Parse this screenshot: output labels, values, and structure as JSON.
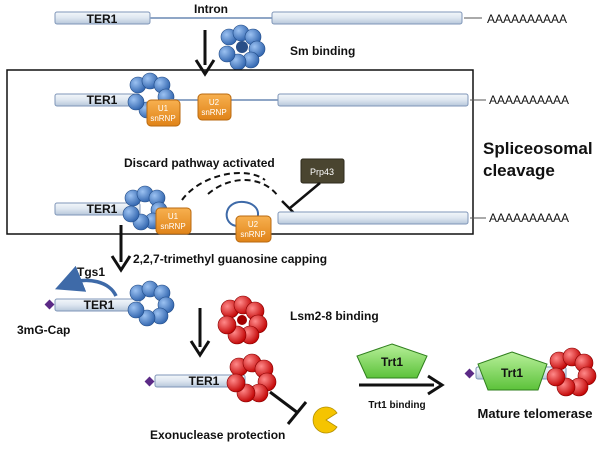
{
  "labels": {
    "ter1": "TER1",
    "intron": "Intron",
    "polya": "AAAAAAAAAA",
    "sm_binding": "Sm binding",
    "u1_line1": "U1",
    "u1_line2": "snRNP",
    "u2_line1": "U2",
    "u2_line2": "snRNP",
    "spliceosomal_line1": "Spliceosomal",
    "spliceosomal_line2": "cleavage",
    "discard": "Discard pathway activated",
    "prp43": "Prp43",
    "capping": "2,2,7-trimethyl guanosine capping",
    "tgs1": "Tgs1",
    "cap": "3mG-Cap",
    "lsm_binding": "Lsm2-8 binding",
    "trt1": "Trt1",
    "trt1_binding": "Trt1 binding",
    "exonuclease": "Exonuclease protection",
    "mature": "Mature telomerase"
  },
  "colors": {
    "rna_fill": "#dde6f0",
    "rna_stroke": "#7f96b8",
    "sm_ring": "#4a7fc8",
    "lsm_ring": "#e01010",
    "snrnp": "#f39a2b",
    "prp43": "#4a4530",
    "trt1": "#7ed957",
    "cap": "#5b2a86",
    "pacman": "#f5c400"
  }
}
